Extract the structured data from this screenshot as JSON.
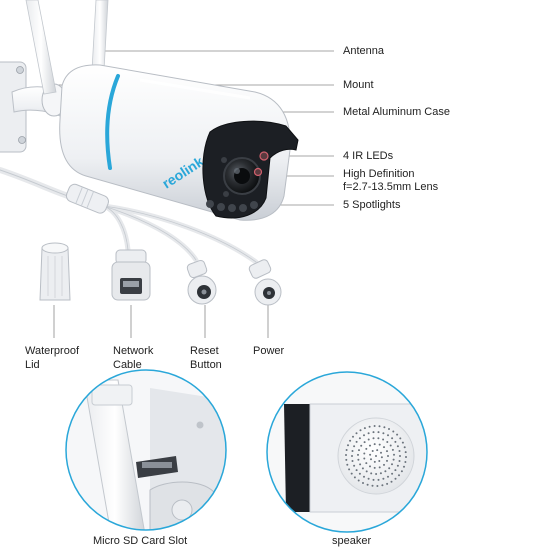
{
  "callouts": {
    "antenna": "Antenna",
    "mount": "Mount",
    "case": "Metal Aluminum Case",
    "ir_leds": "4 IR LEDs",
    "lens_line1": "High Definition",
    "lens_line2": "f=2.7-13.5mm Lens",
    "spotlights": "5 Spotlights"
  },
  "ports": {
    "waterproof_line1": "Waterproof",
    "waterproof_line2": "Lid",
    "network_line1": "Network",
    "network_line2": "Cable",
    "reset_line1": "Reset",
    "reset_line2": "Button",
    "power": "Power"
  },
  "details": {
    "sd_slot": "Micro SD Card Slot",
    "speaker": "speaker"
  },
  "brand": "reolink",
  "colors": {
    "accent": "#2aa7d9",
    "body": "#f3f4f6",
    "lens_dark": "#1c1f24",
    "leader_line": "#888888"
  }
}
